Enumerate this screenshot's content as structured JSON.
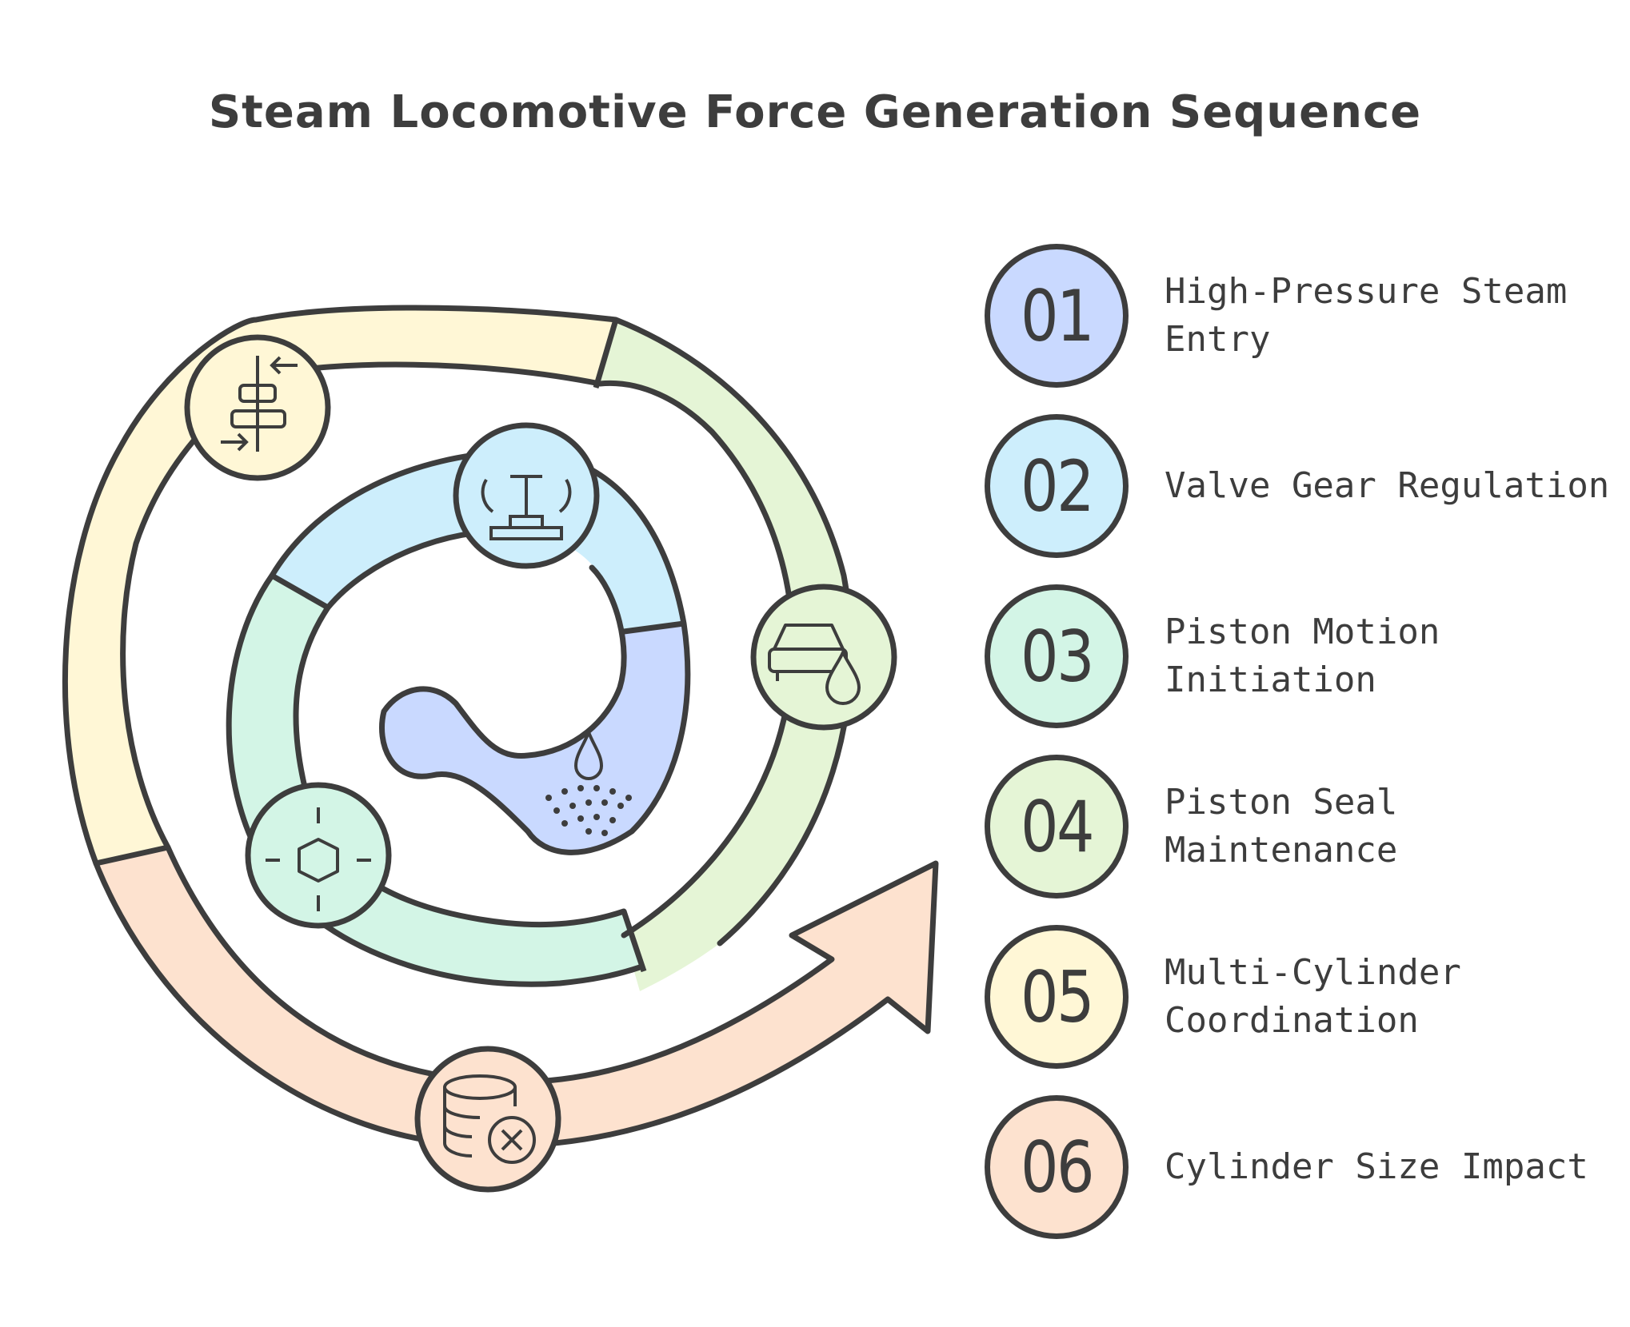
{
  "title": "Steam Locomotive Force Generation Sequence",
  "steps": [
    {
      "number": "01",
      "label": "High-Pressure Steam Entry",
      "color": "#c9d9ff",
      "icon": "steam-spray-icon"
    },
    {
      "number": "02",
      "label": "Valve Gear Regulation",
      "color": "#cdeefc",
      "icon": "valve-gear-icon"
    },
    {
      "number": "03",
      "label": "Piston Motion Initiation",
      "color": "#d3f5e6",
      "icon": "piston-motion-icon"
    },
    {
      "number": "04",
      "label": "Piston Seal Maintenance",
      "color": "#e5f5d6",
      "icon": "car-oil-drop-icon"
    },
    {
      "number": "05",
      "label": "Multi-Cylinder Coordination",
      "color": "#fff7d6",
      "icon": "align-cylinders-icon"
    },
    {
      "number": "06",
      "label": "Cylinder Size Impact",
      "color": "#fde2cf",
      "icon": "database-remove-icon"
    }
  ],
  "colors": {
    "outline": "#3d3d3d",
    "background": "#ffffff"
  }
}
